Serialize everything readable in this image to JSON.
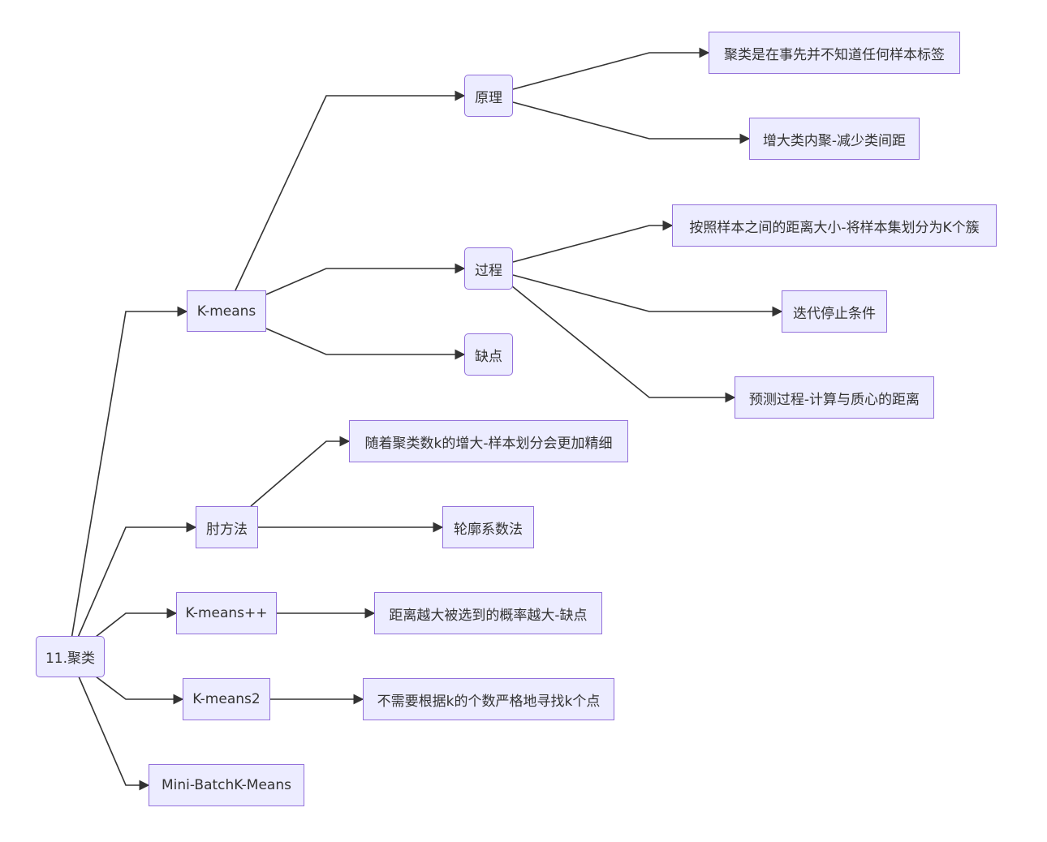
{
  "nodes": {
    "root": "11.聚类",
    "kmeans": "K-means",
    "principle": "原理",
    "principle_1": "聚类是在事先并不知道任何样本标签",
    "principle_2": "增大类内聚-减少类间距",
    "process": "过程",
    "process_1": "按照样本之间的距离大小-将样本集划分为K个簇",
    "process_2": "迭代停止条件",
    "process_3": "预测过程-计算与质心的距离",
    "drawback": "缺点",
    "elbow": "肘方法",
    "elbow_1": "随着聚类数k的增大-样本划分会更加精细",
    "silhouette": "轮廓系数法",
    "kmeanspp": "K-means++",
    "kmeanspp_1": "距离越大被选到的概率越大-缺点",
    "kmeans2": "K-means2",
    "kmeans2_1": "不需要根据k的个数严格地寻找k个点",
    "minibatch": "Mini-BatchK-Means"
  },
  "colors": {
    "node_fill": "#ECECFF",
    "node_border": "#9370DB",
    "edge": "#333333",
    "text": "#333333"
  }
}
